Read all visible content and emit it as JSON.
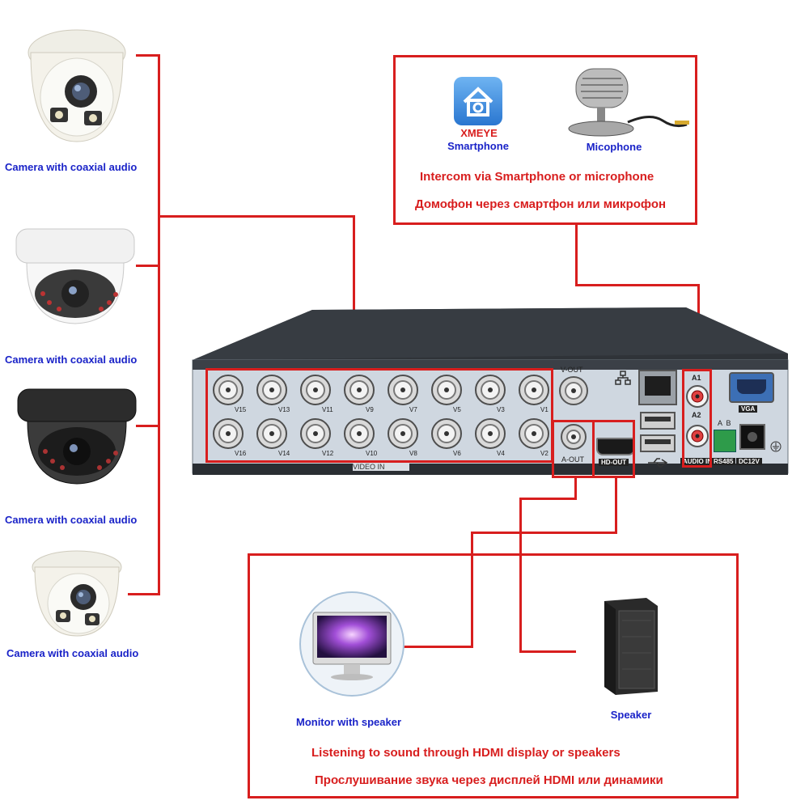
{
  "cameras": [
    {
      "label": "Camera with coaxial audio",
      "style": "turret-white"
    },
    {
      "label": "Camera with coaxial audio",
      "style": "dome-white"
    },
    {
      "label": "Camera with coaxial audio",
      "style": "dome-black"
    },
    {
      "label": "Camera with coaxial audio",
      "style": "turret-white"
    }
  ],
  "intercom": {
    "app_name": "XMEYE",
    "app_sub": "Smartphone",
    "mic_label": "Micophone",
    "line_en": "Intercom via Smartphone or microphone",
    "line_ru": "Домофон через смартфон или микрофон"
  },
  "output": {
    "monitor_label": "Monitor with speaker",
    "speaker_label": "Speaker",
    "line_en": "Listening to sound through HDMI display or speakers",
    "line_ru": "Прослушивание звука через дисплей HDMI или динамики"
  },
  "dvr": {
    "video_in_label": "VIDEO IN",
    "bnc_top": [
      "V15",
      "V13",
      "V11",
      "V9",
      "V7",
      "V5",
      "V3",
      "V1"
    ],
    "bnc_bottom": [
      "V16",
      "V14",
      "V12",
      "V10",
      "V8",
      "V6",
      "V4",
      "V2"
    ],
    "v_out": "V-OUT",
    "a_out": "A-OUT",
    "hd_out": "HD-OUT",
    "a1": "A1",
    "a2": "A2",
    "audio_in": "AUDIO IN",
    "vga": "VGA",
    "rs485": "RS485",
    "rs485_ab": "A  B",
    "dc12v": "DC12V"
  },
  "colors": {
    "accent_red": "#d81e1e",
    "label_blue": "#1a23c8"
  }
}
